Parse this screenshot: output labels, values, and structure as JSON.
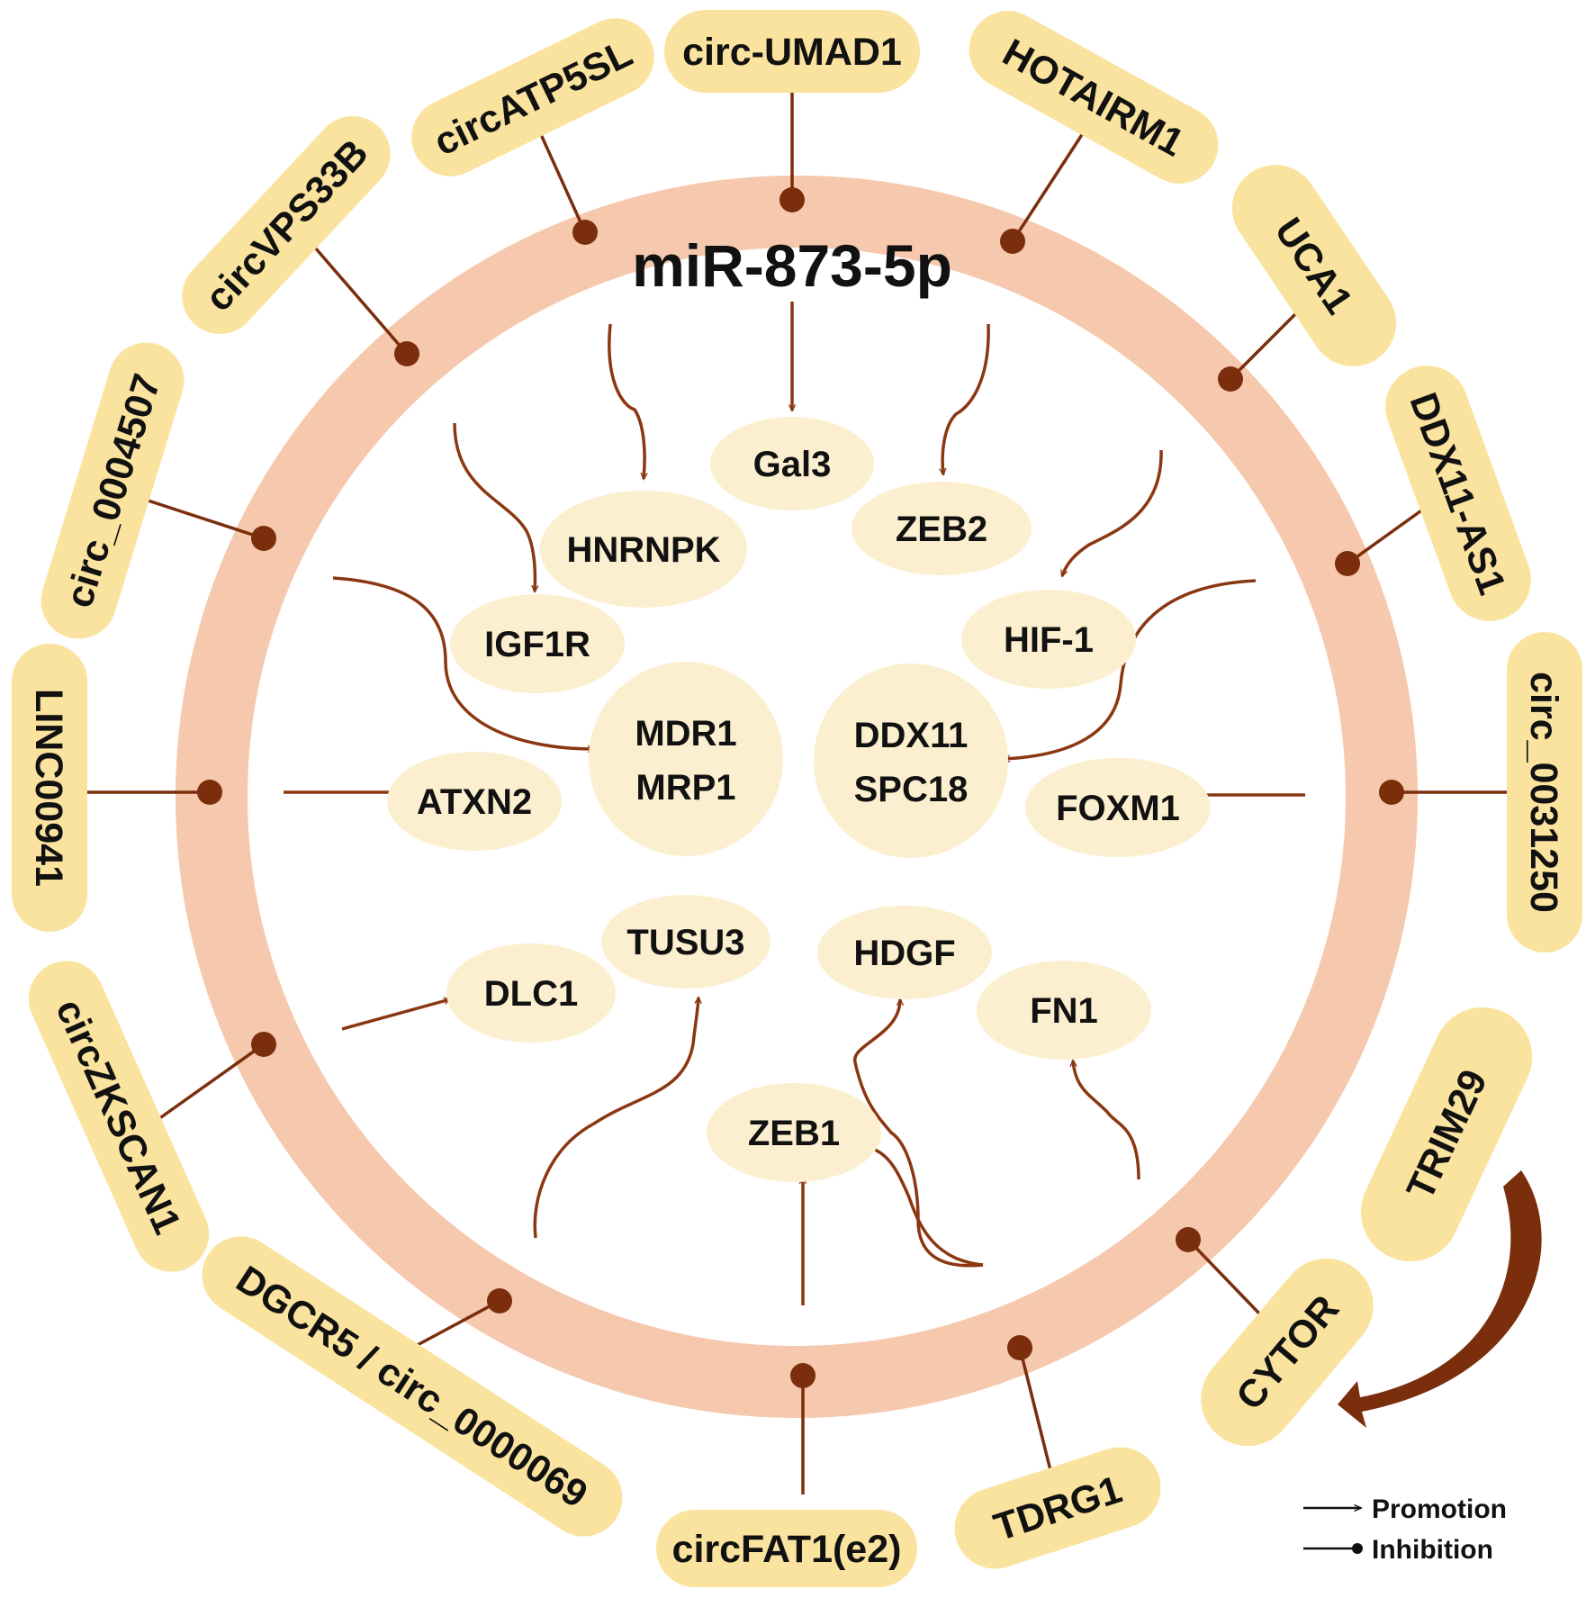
{
  "center_label": "miR-873-5p",
  "upstream": [
    "circ-UMAD1",
    "circATP5SL",
    "HOTAIRM1",
    "circVPS33B",
    "UCA1",
    "circ_0004507",
    "DDX11-AS1",
    "LINC00941",
    "circ_0031250",
    "circZKSCAN1",
    "TRIM29",
    "DGCR5 / circ_0000069",
    "CYTOR",
    "circFAT1(e2)",
    "TDRG1"
  ],
  "targets": [
    "Gal3",
    "HNRNPK",
    "ZEB2",
    "IGF1R",
    "HIF-1",
    "MDR1",
    "MRP1",
    "DDX11",
    "SPC18",
    "ATXN2",
    "FOXM1",
    "TUSU3",
    "HDGF",
    "DLC1",
    "FN1",
    "ZEB1"
  ],
  "legend": {
    "promotion": "Promotion",
    "inhibition": "Inhibition"
  },
  "colors": {
    "ring": "#f6c8ad",
    "outer_pill": "#fae39e",
    "inner_ellipse": "#fcefcf",
    "edge": "#7a2e0c"
  }
}
